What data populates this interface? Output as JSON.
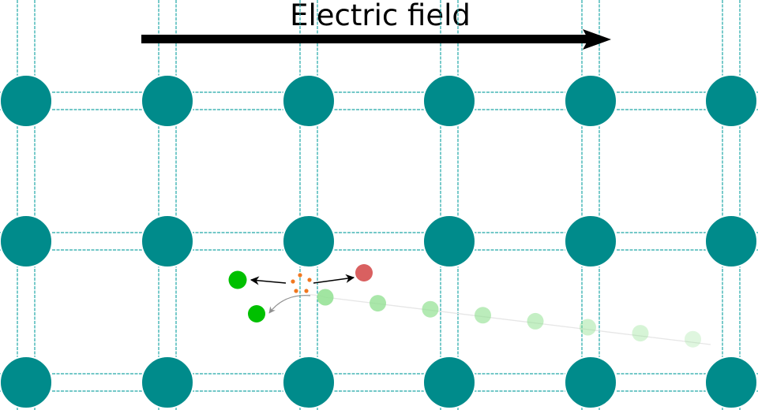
{
  "title": "Electric field",
  "colors": {
    "atom": "#008b8b",
    "bond": "#20a8a8",
    "electron": "#00c000",
    "hole": "#d96060",
    "vacancy": "#f07820",
    "trail": "#90e090",
    "arrow": "#000000",
    "curve_arrow": "#909090"
  },
  "lattice": {
    "columns": 6,
    "rows": 3
  },
  "trail_count": 8,
  "icons": {
    "field_arrow": "right-arrow-icon",
    "vacancy": "broken-bond-icon"
  }
}
